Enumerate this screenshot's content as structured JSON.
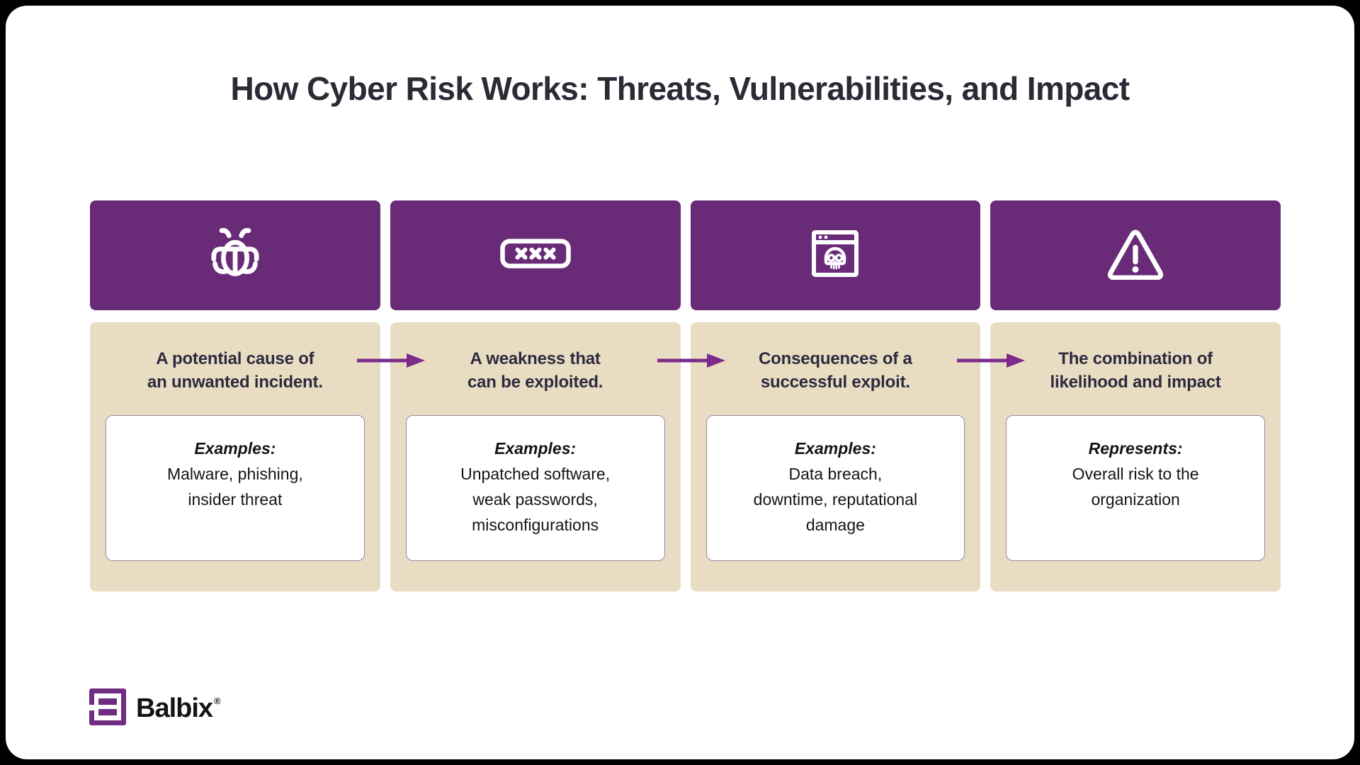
{
  "title": "How Cyber Risk Works: Threats, Vulnerabilities, and Impact",
  "colors": {
    "header_purple": "#692a77",
    "arrow_purple": "#7d2b8a",
    "panel_beige": "#e8ddc3",
    "title_text": "#2d2935",
    "headline_text": "#2e2a3e",
    "body_text": "#141414",
    "card_border": "#9488a5",
    "logo_purple": "#6f2c80"
  },
  "columns": [
    {
      "icon": "bug-icon",
      "headline": [
        "A potential cause of",
        "an unwanted incident."
      ],
      "card_label": "Examples:",
      "card_lines": [
        "Malware, phishing,",
        "insider threat"
      ]
    },
    {
      "icon": "password-icon",
      "headline": [
        "A weakness that",
        "can be exploited."
      ],
      "card_label": "Examples:",
      "card_lines": [
        "Unpatched software,",
        "weak passwords,",
        "misconfigurations"
      ]
    },
    {
      "icon": "browser-skull-icon",
      "headline": [
        "Consequences of a",
        "successful exploit."
      ],
      "card_label": "Examples:",
      "card_lines": [
        "Data breach,",
        "downtime, reputational",
        "damage"
      ]
    },
    {
      "icon": "warning-triangle-icon",
      "headline": [
        "The combination of",
        "likelihood and impact"
      ],
      "card_label": "Represents:",
      "card_lines": [
        "Overall risk to the",
        "organization"
      ]
    }
  ],
  "footer": {
    "brand": "Balbix",
    "trademark": "®"
  }
}
